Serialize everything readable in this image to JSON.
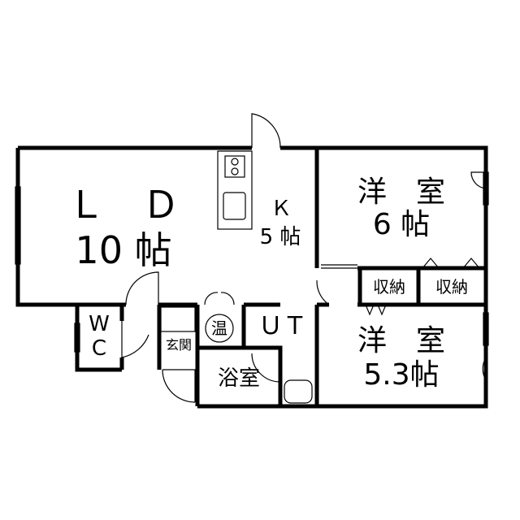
{
  "rooms": {
    "ld": {
      "line1": "Ｌ　Ｄ",
      "line2": "10 帖"
    },
    "k": {
      "line1": "Ｋ",
      "line2": "5 帖"
    },
    "western1": {
      "line1": "洋　室",
      "line2": "6 帖"
    },
    "western2": {
      "line1": "洋　室",
      "line2": "5.3帖"
    },
    "storage1": "収納",
    "storage2": "収納",
    "wc": {
      "line1": "W",
      "line2": "C"
    },
    "entrance": "玄関",
    "water_heater": "温",
    "ut": "ＵＴ",
    "bath": "浴室"
  }
}
